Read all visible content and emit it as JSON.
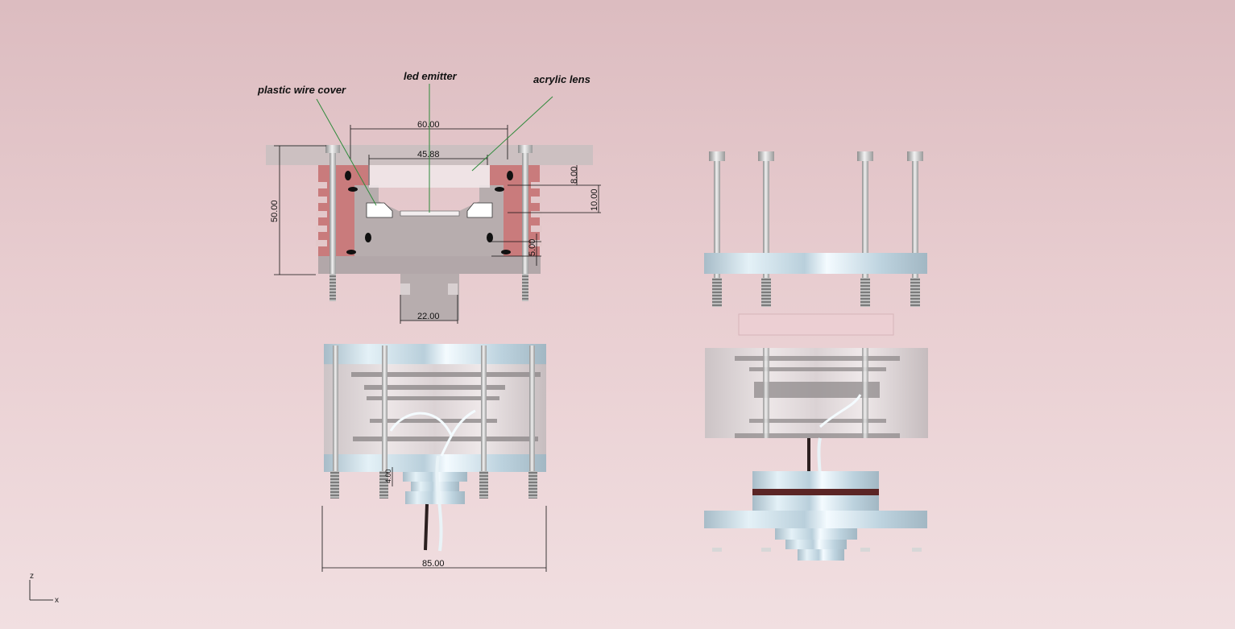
{
  "callouts": {
    "wire_cover": "plastic wire cover",
    "led_emitter": "led emitter",
    "acrylic_lens": "acrylic lens"
  },
  "dimensions": {
    "d60": "60.00",
    "d4588": "45.88",
    "d8": "8.00",
    "d10": "10.00",
    "d50": "50.00",
    "d5": "5.00",
    "d22": "22.00",
    "d85": "85.00",
    "d4": "4.00"
  },
  "axes": {
    "z": "z",
    "x": "x"
  },
  "colors": {
    "background_top": "#dcbcc0",
    "heatsink": "#c97b7c",
    "housing_gray": "#b7adae",
    "acrylic_blue": "#cfe4ee",
    "leader_green": "#2e8a3a",
    "rod_gray": "#c8c8c8"
  }
}
